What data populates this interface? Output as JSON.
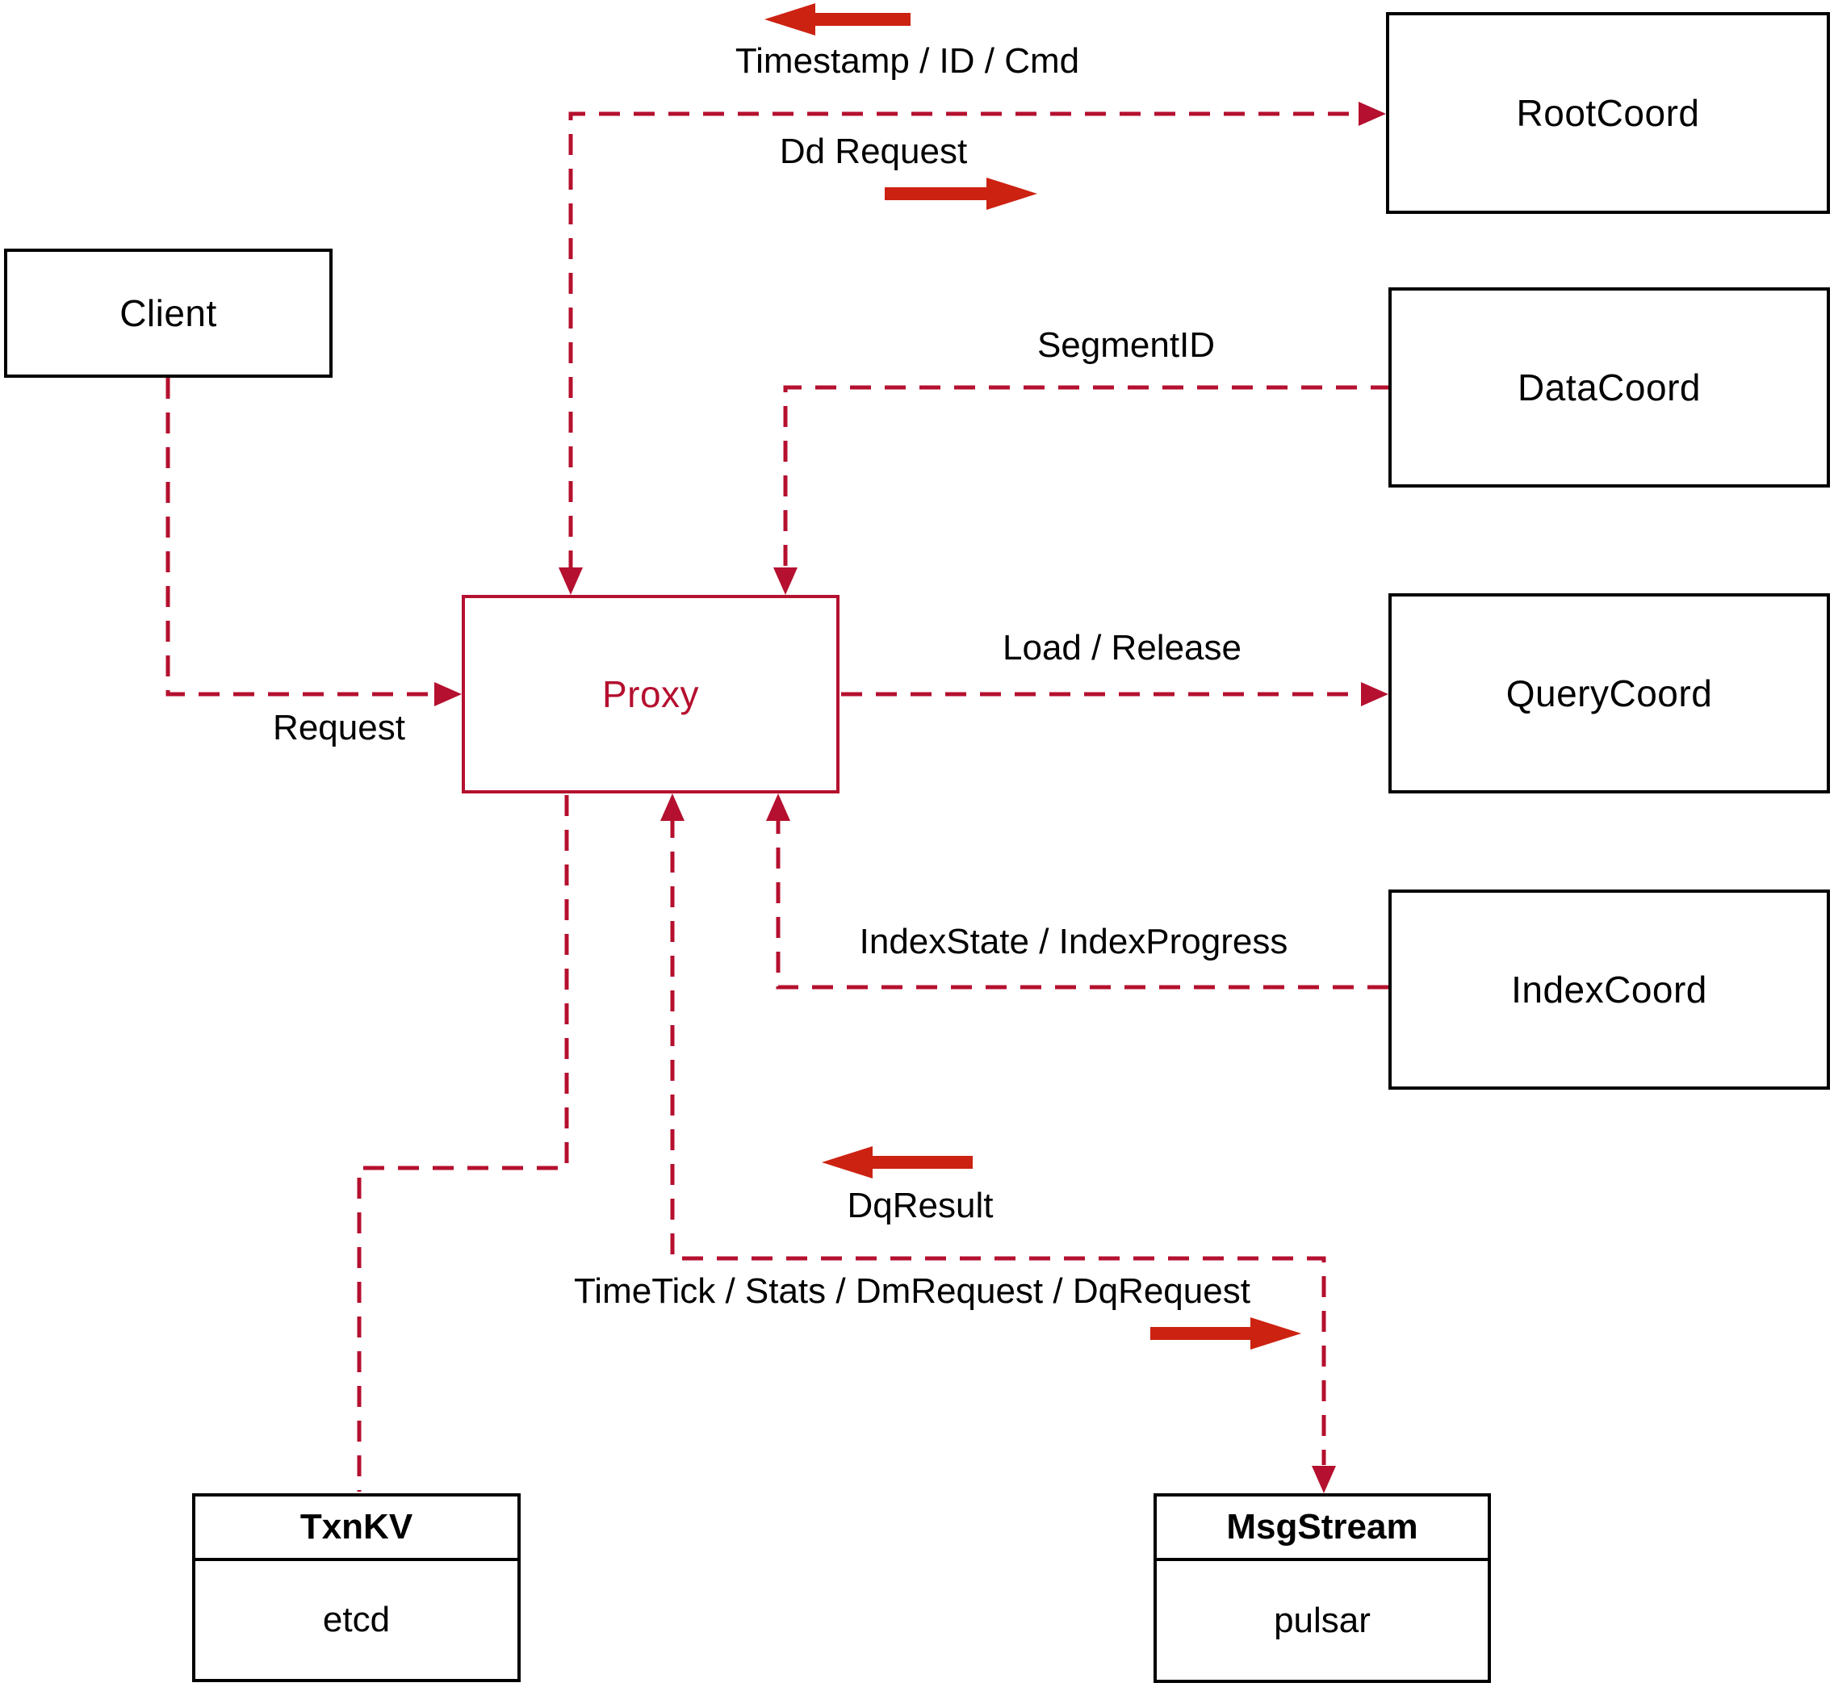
{
  "nodes": {
    "client": {
      "label": "Client"
    },
    "proxy": {
      "label": "Proxy"
    },
    "rootcoord": {
      "label": "RootCoord"
    },
    "datacoord": {
      "label": "DataCoord"
    },
    "querycoord": {
      "label": "QueryCoord"
    },
    "indexcoord": {
      "label": "IndexCoord"
    },
    "txnkv": {
      "title": "TxnKV",
      "impl": "etcd"
    },
    "msgstream": {
      "title": "MsgStream",
      "impl": "pulsar"
    }
  },
  "edge_labels": {
    "timestamp_id_cmd": "Timestamp / ID / Cmd",
    "dd_request": "Dd Request",
    "segment_id": "SegmentID",
    "load_release": "Load / Release",
    "request": "Request",
    "index_state": "IndexState / IndexProgress",
    "dq_result": "DqResult",
    "timetick": "TimeTick / Stats / DmRequest / DqRequest"
  },
  "colors": {
    "dashed_line": "#b5102f",
    "direction_arrow": "#cc2211",
    "box_border": "#000000",
    "text": "#000000"
  }
}
